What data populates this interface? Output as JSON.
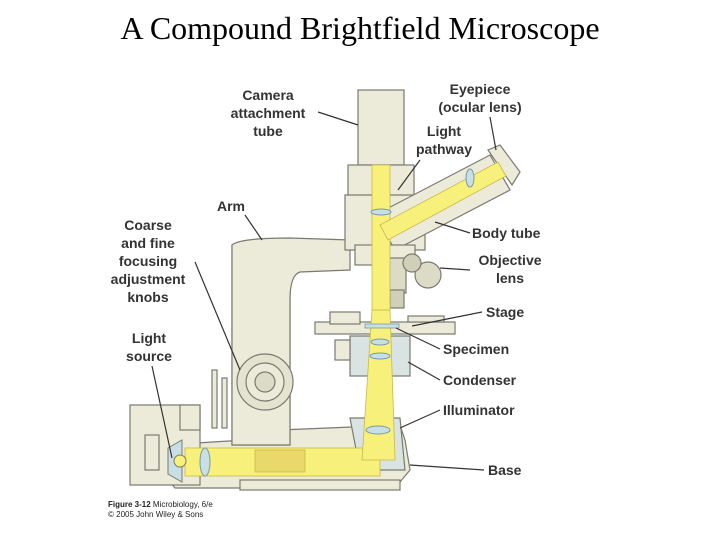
{
  "title": "A Compound Brightfield Microscope",
  "labels": {
    "camera_1": "Camera",
    "camera_2": "attachment",
    "camera_3": "tube",
    "eyepiece_1": "Eyepiece",
    "eyepiece_2": "(ocular lens)",
    "light_pathway_1": "Light",
    "light_pathway_2": "pathway",
    "arm": "Arm",
    "coarse_1": "Coarse",
    "coarse_2": "and fine",
    "coarse_3": "focusing",
    "coarse_4": "adjustment",
    "coarse_5": "knobs",
    "light_source_1": "Light",
    "light_source_2": "source",
    "body_tube": "Body tube",
    "objective_1": "Objective",
    "objective_2": "lens",
    "stage": "Stage",
    "specimen": "Specimen",
    "condenser": "Condenser",
    "illuminator": "Illuminator",
    "base": "Base"
  },
  "credit": {
    "figure_label": "Figure 3-12",
    "figure_source": "Microbiology, 6/e",
    "copyright": "© 2005 John Wiley & Sons"
  },
  "colors": {
    "body": "#ecebd9",
    "outline": "#7a7a70",
    "light_beam": "#f7f07a",
    "glass": "#c9dfe6",
    "label": "#333333"
  }
}
